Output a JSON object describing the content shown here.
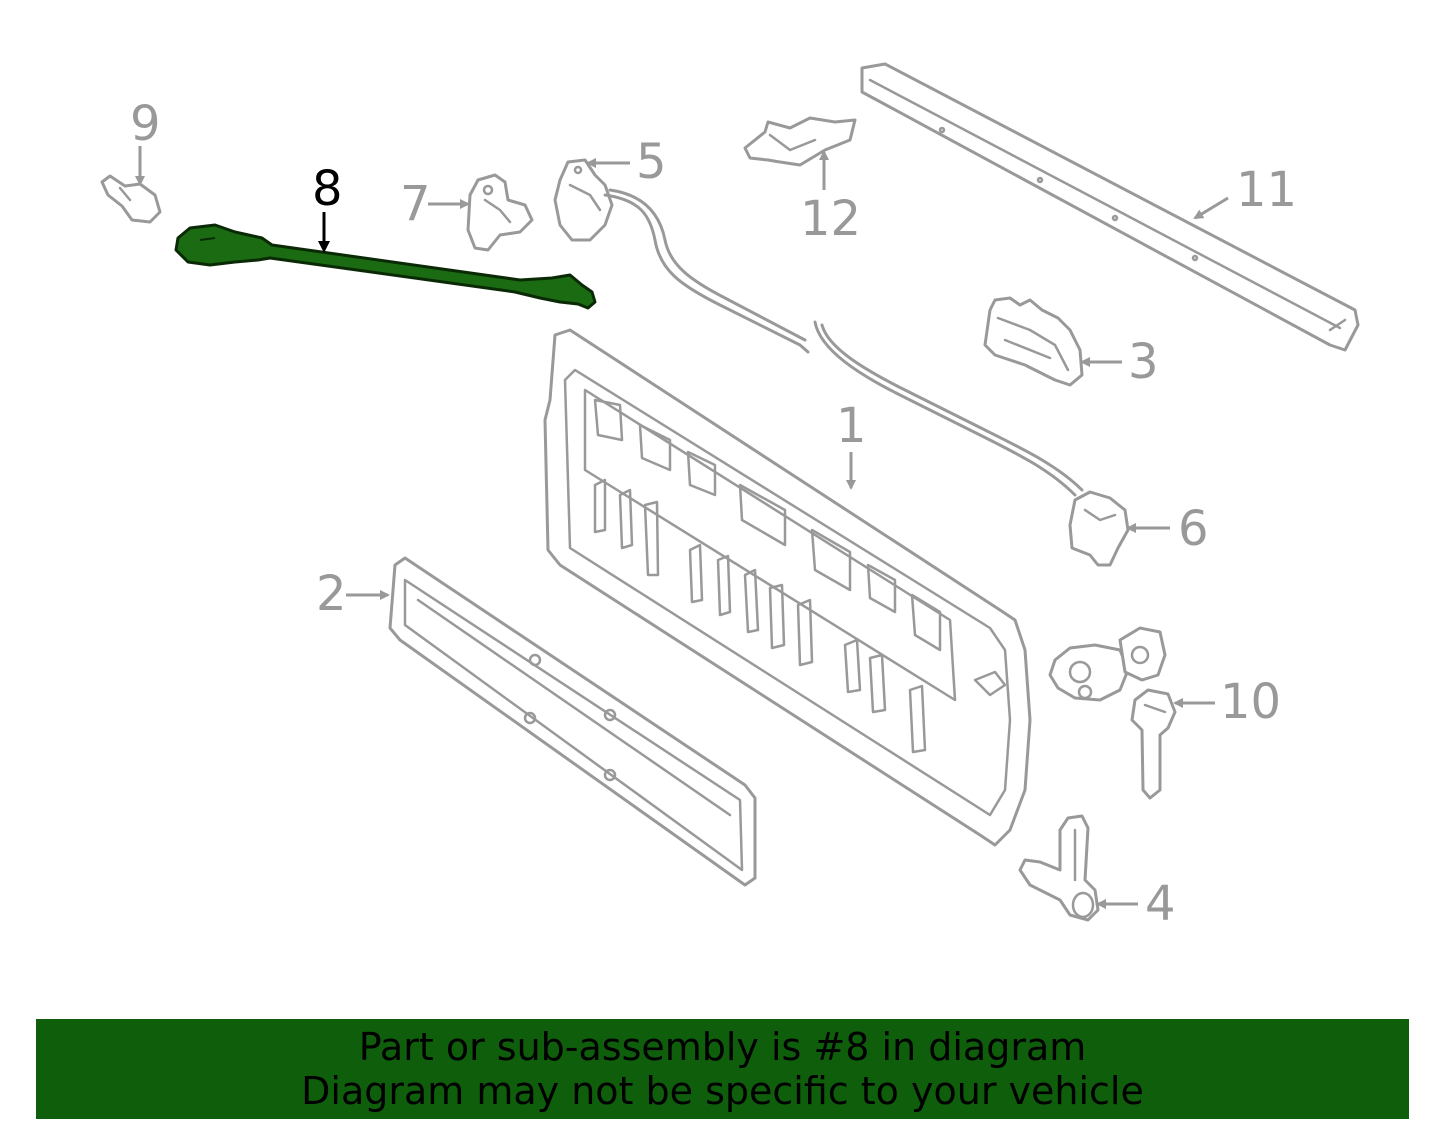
{
  "callouts": {
    "c1": "1",
    "c2": "2",
    "c3": "3",
    "c4": "4",
    "c5": "5",
    "c6": "6",
    "c7": "7",
    "c8": "8",
    "c9": "9",
    "c10": "10",
    "c11": "11",
    "c12": "12"
  },
  "highlighted_part": "8",
  "colors": {
    "highlight": "#1b6b12",
    "banner": "#0e5e0c",
    "outline": "#999999"
  },
  "banner": {
    "line1": "Part or sub-assembly is #8 in diagram",
    "line2": "Diagram may not be specific to your vehicle"
  }
}
